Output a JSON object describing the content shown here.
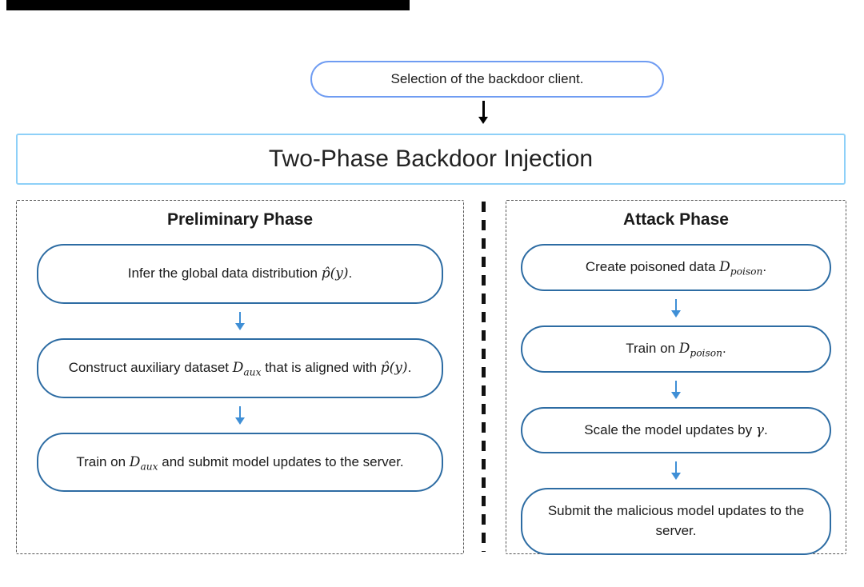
{
  "diagram": {
    "selection_label": "Selection of the backdoor client.",
    "title": "Two-Phase Backdoor Injection",
    "preliminary": {
      "title": "Preliminary Phase",
      "steps": [
        {
          "segments": [
            {
              "t": "txt",
              "v": "Infer the global data distribution "
            },
            {
              "t": "math",
              "v": "p̂(y)"
            },
            {
              "t": "txt",
              "v": "."
            }
          ]
        },
        {
          "segments": [
            {
              "t": "txt",
              "v": "Construct auxiliary dataset "
            },
            {
              "t": "var",
              "v": "D",
              "sub": "aux"
            },
            {
              "t": "txt",
              "v": " that is aligned with "
            },
            {
              "t": "math",
              "v": "p̂(y)"
            },
            {
              "t": "txt",
              "v": "."
            }
          ]
        },
        {
          "segments": [
            {
              "t": "txt",
              "v": "Train on "
            },
            {
              "t": "var",
              "v": "D",
              "sub": "aux"
            },
            {
              "t": "txt",
              "v": " and submit model updates to the server."
            }
          ]
        }
      ]
    },
    "attack": {
      "title": "Attack Phase",
      "steps": [
        {
          "segments": [
            {
              "t": "txt",
              "v": "Create poisoned data "
            },
            {
              "t": "var",
              "v": "D",
              "sub": "poison"
            },
            {
              "t": "txt",
              "v": "."
            }
          ]
        },
        {
          "segments": [
            {
              "t": "txt",
              "v": "Train on "
            },
            {
              "t": "var",
              "v": "D",
              "sub": "poison"
            },
            {
              "t": "txt",
              "v": "."
            }
          ]
        },
        {
          "segments": [
            {
              "t": "txt",
              "v": "Scale the model updates by "
            },
            {
              "t": "math",
              "v": "γ"
            },
            {
              "t": "txt",
              "v": "."
            }
          ]
        },
        {
          "segments": [
            {
              "t": "txt",
              "v": "Submit the malicious model updates to the server."
            }
          ]
        }
      ]
    },
    "colors": {
      "pill_border": "#6f9cf2",
      "title_border": "#8ed0f8",
      "node_border": "#2d6ca3",
      "arrow_blue": "#3f8fd6",
      "dash_border": "#555555",
      "divider": "#111111"
    }
  }
}
